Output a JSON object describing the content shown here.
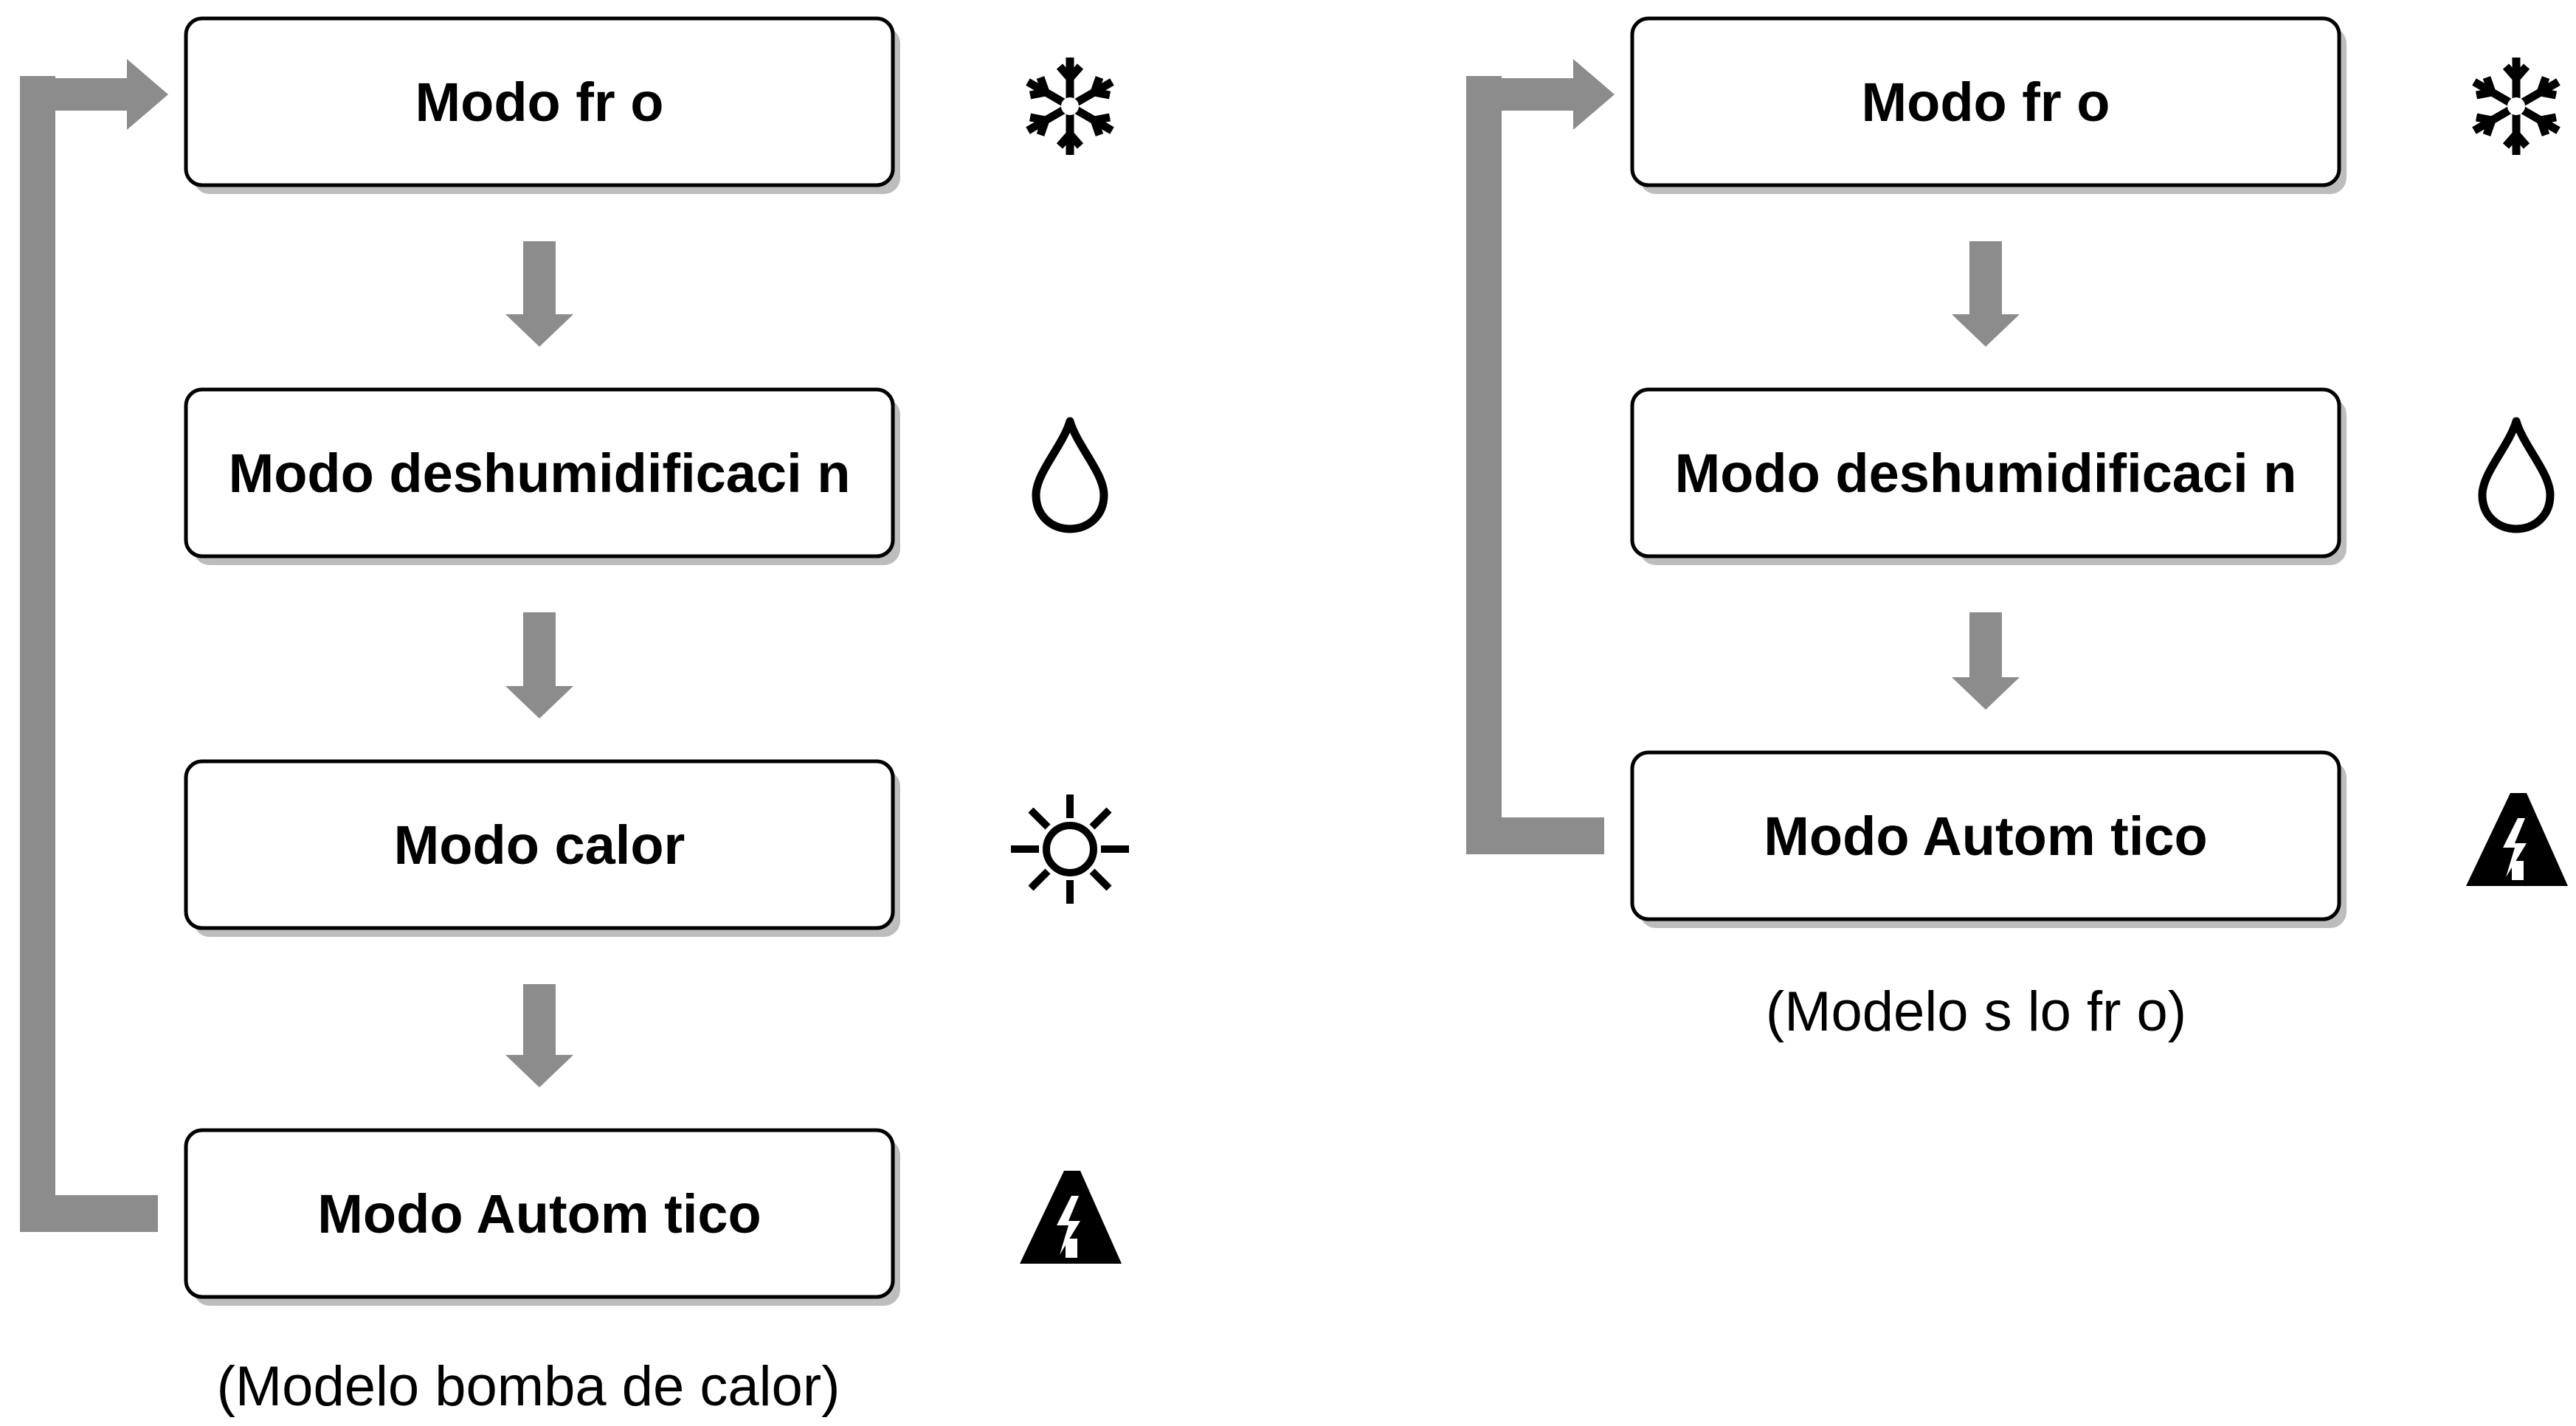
{
  "colors": {
    "arrow": "#8c8c8c",
    "box_border": "#000000",
    "box_shadow": "#bdbdbd",
    "icon": "#000000"
  },
  "heat_pump": {
    "caption": "(Modelo bomba de calor)",
    "modes": [
      {
        "label": "Modo fr o",
        "icon": "snowflake-icon"
      },
      {
        "label": "Modo deshumidificaci n",
        "icon": "water-drop-icon"
      },
      {
        "label": "Modo calor",
        "icon": "sun-icon"
      },
      {
        "label": "Modo Autom tico",
        "icon": "auto-mode-icon"
      }
    ]
  },
  "cooling_only": {
    "caption": "(Modelo s lo fr o)",
    "modes": [
      {
        "label": "Modo fr o",
        "icon": "snowflake-icon"
      },
      {
        "label": "Modo deshumidificaci n",
        "icon": "water-drop-icon"
      },
      {
        "label": "Modo Autom tico",
        "icon": "auto-mode-icon"
      }
    ]
  }
}
